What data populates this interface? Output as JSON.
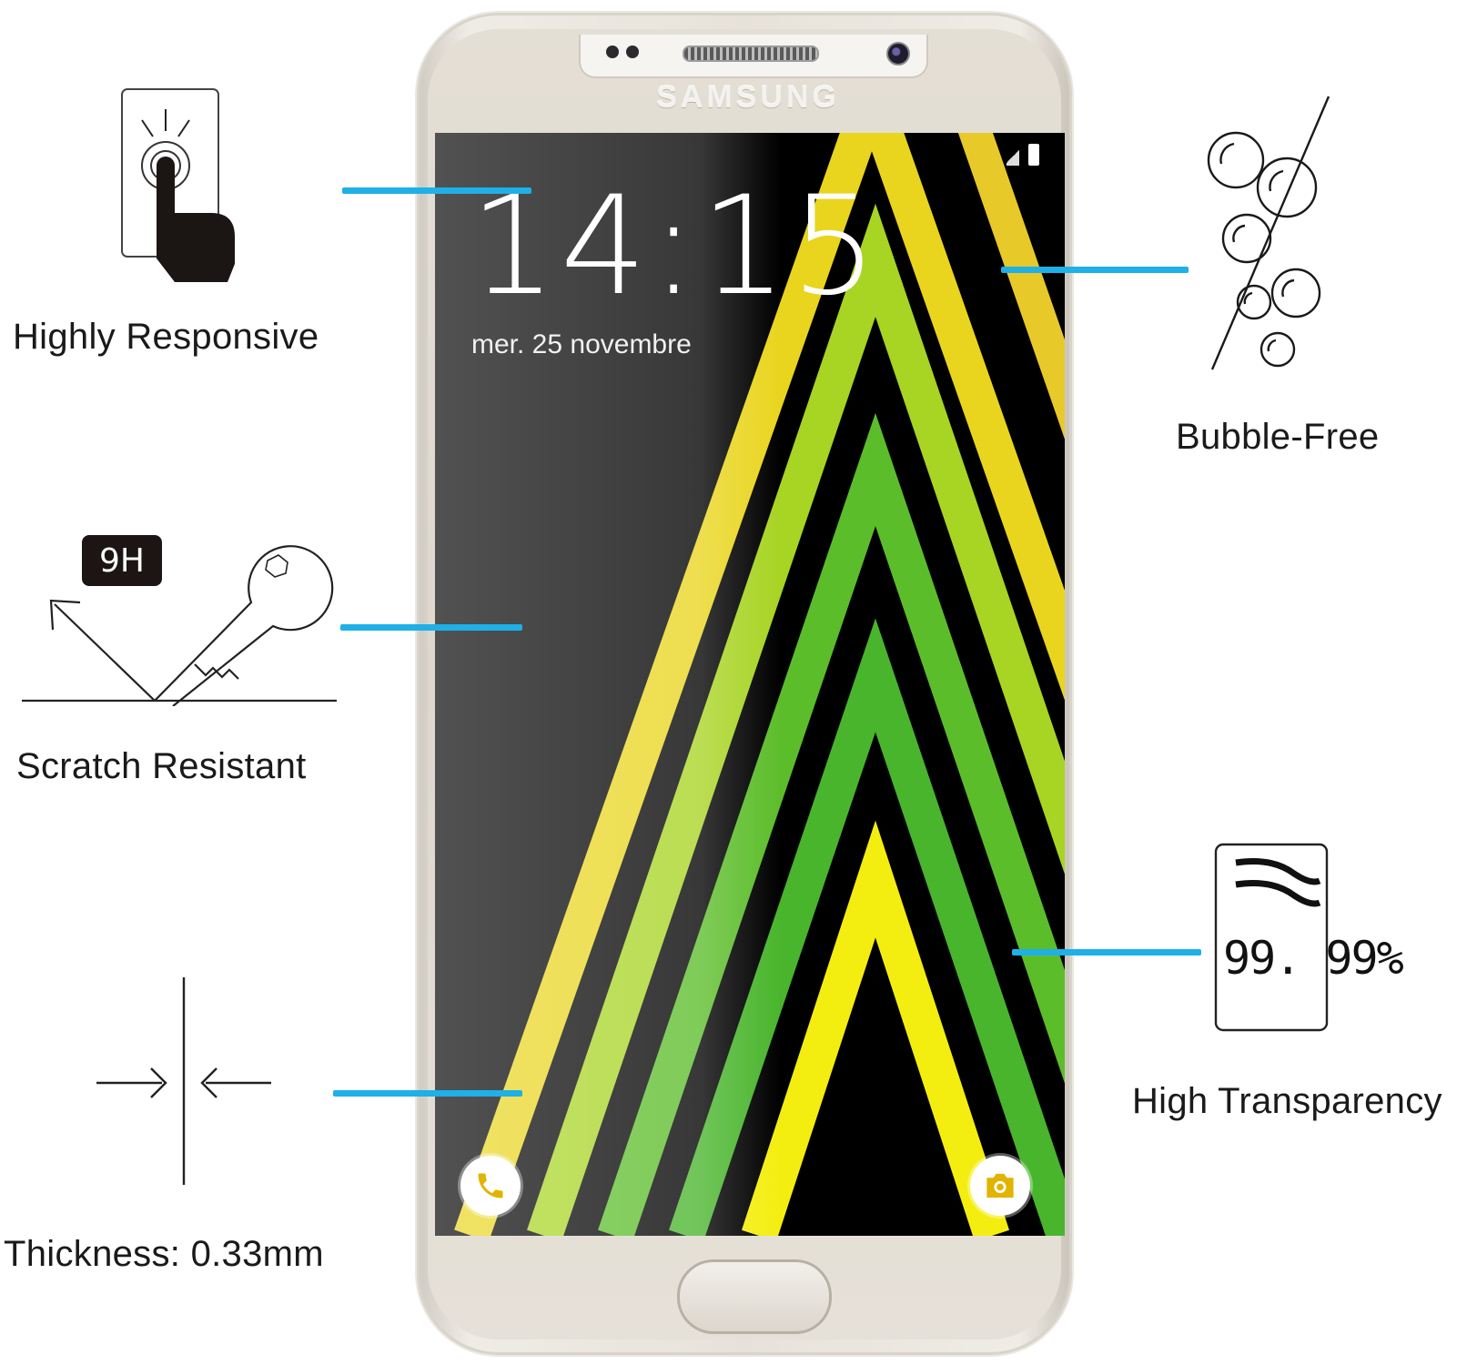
{
  "phone": {
    "brand": "SAMSUNG",
    "clock": "14:15",
    "date": "mer. 25 novembre",
    "call_icon": "phone-icon",
    "camera_icon": "camera-icon"
  },
  "features": [
    {
      "id": "responsive",
      "label": "Highly Responsive",
      "icon": "finger-touch-icon"
    },
    {
      "id": "bubble",
      "label": "Bubble-Free",
      "icon": "bubbles-icon"
    },
    {
      "id": "scratch",
      "label": "Scratch Resistant",
      "icon": "key-scratch-icon",
      "badge": "9H"
    },
    {
      "id": "transparency",
      "label": "High Transparency",
      "icon": "transparency-icon",
      "value": "99. 99%"
    },
    {
      "id": "thickness",
      "label": "Thickness: 0.33mm",
      "icon": "thickness-icon"
    }
  ],
  "colors": {
    "callout": "#1eb0e6",
    "stripe_yellow": "#f2ee12",
    "stripe_lime": "#9fd12a",
    "stripe_green": "#42b92d",
    "stripe_gold": "#e9c93a"
  }
}
